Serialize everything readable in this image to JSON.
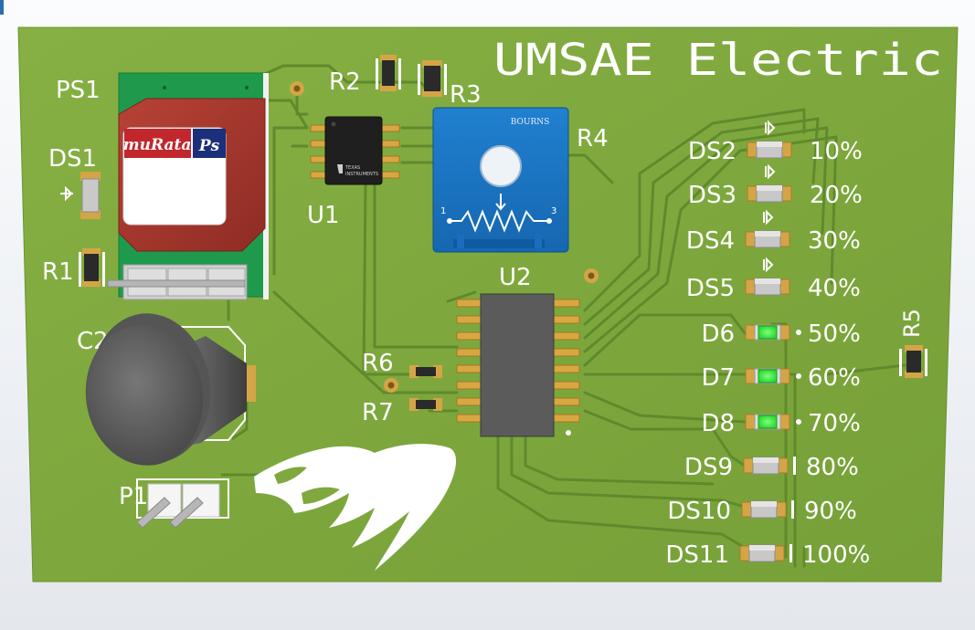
{
  "board": {
    "title": "UMSAE Electric",
    "colors": {
      "solder_mask": "#7fa83e",
      "mask_dark": "#5f8a2c",
      "silkscreen": "#ffffff",
      "copper_pad": "#d4a547",
      "led_lit": "#33e03a",
      "potentiometer": "#1c76c4",
      "capacitor": "#5b5b5b",
      "power_module": "#a3362e"
    },
    "designators": {
      "ps1": "PS1",
      "ds1": "DS1",
      "r1": "R1",
      "r2": "R2",
      "r3": "R3",
      "r4": "R4",
      "u1": "U1",
      "u2": "U2",
      "c2": "C2",
      "p1": "P1",
      "r5": "R5",
      "r6": "R6",
      "r7": "R7"
    },
    "power_module": {
      "brand": "muRata",
      "brand_mark": "Ps"
    },
    "u1_marking": {
      "line1": "TEXAS",
      "line2": "INSTRUMENTS"
    },
    "potentiometer": {
      "brand": "BOURNS",
      "pin1": "1",
      "pin3": "3"
    },
    "level_indicators": [
      {
        "ref": "DS2",
        "label": "10%",
        "lit": false,
        "kind": "diode"
      },
      {
        "ref": "DS3",
        "label": "20%",
        "lit": false,
        "kind": "diode"
      },
      {
        "ref": "DS4",
        "label": "30%",
        "lit": false,
        "kind": "diode"
      },
      {
        "ref": "DS5",
        "label": "40%",
        "lit": false,
        "kind": "diode"
      },
      {
        "ref": "D6",
        "label": "50%",
        "lit": true,
        "kind": "led"
      },
      {
        "ref": "D7",
        "label": "60%",
        "lit": true,
        "kind": "led"
      },
      {
        "ref": "D8",
        "label": "70%",
        "lit": true,
        "kind": "led"
      },
      {
        "ref": "DS9",
        "label": "80%",
        "lit": false,
        "kind": "led"
      },
      {
        "ref": "DS10",
        "label": "90%",
        "lit": false,
        "kind": "led"
      },
      {
        "ref": "DS11",
        "label": "100%",
        "lit": false,
        "kind": "led"
      }
    ],
    "logo": "bear-head-logo"
  }
}
